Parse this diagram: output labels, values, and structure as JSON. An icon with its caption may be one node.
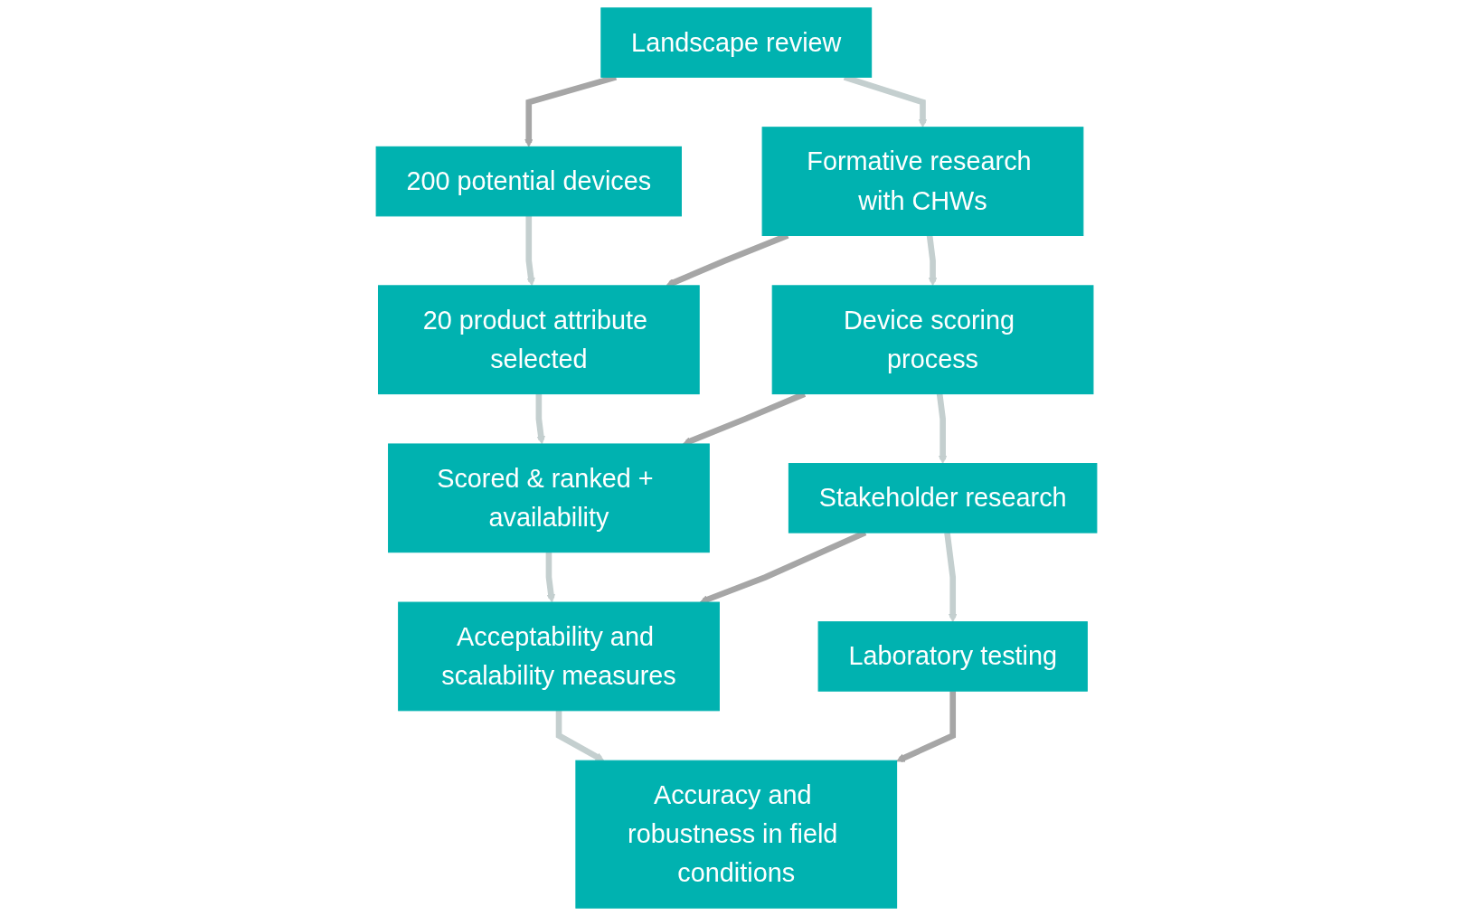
{
  "diagram": {
    "nodes": [
      {
        "text": [
          "Landscape review"
        ]
      },
      {
        "text": [
          "Formative research with CHWs"
        ]
      },
      {
        "text": [
          "Device scoring process"
        ]
      },
      {
        "text": [
          "Stakeholder research"
        ]
      },
      {
        "text": [
          "Laboratory testing"
        ]
      },
      {
        "text": [
          "200 potential devices"
        ]
      },
      {
        "text": [
          "20 product attribute selected"
        ]
      },
      {
        "text": [
          "Scored & ranked + availability"
        ]
      },
      {
        "text": [
          "Acceptability and scalability measures"
        ]
      },
      {
        "text": [
          "Accuracy and robustness in field conditions"
        ]
      }
    ],
    "edges": [
      {
        "from": 0,
        "to": 5,
        "arrow": "to",
        "color": "#a6a6a6"
      },
      {
        "from": 0,
        "to": 1,
        "arrow": "to"
      },
      {
        "from": 5,
        "to": 6,
        "arrow": "to"
      },
      {
        "from": 1,
        "to": 6,
        "arrow": "to",
        "color": "#a6a6a6"
      },
      {
        "from": 1,
        "to": 2,
        "arrow": "to"
      },
      {
        "from": 6,
        "to": 7,
        "arrow": "to"
      },
      {
        "from": 2,
        "to": 7,
        "arrow": "to",
        "color": "#a6a6a6"
      },
      {
        "from": 2,
        "to": 3,
        "arrow": "to"
      },
      {
        "from": 7,
        "to": 8,
        "arrow": "to"
      },
      {
        "from": 3,
        "to": 8,
        "arrow": "to",
        "color": "#a6a6a6"
      },
      {
        "from": 3,
        "to": 4,
        "arrow": "to"
      },
      {
        "from": 8,
        "to": 9,
        "arrow": "to"
      },
      {
        "from": 4,
        "to": 9,
        "arrow": "to",
        "color": "#a6a6a6"
      }
    ]
  }
}
